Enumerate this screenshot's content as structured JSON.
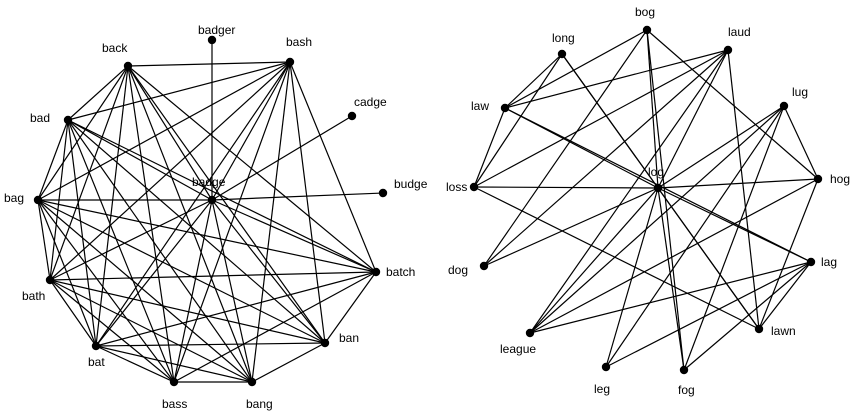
{
  "graphs": [
    {
      "name": "left-network",
      "nodes": [
        {
          "id": "back",
          "label": "back"
        },
        {
          "id": "badger",
          "label": "badger"
        },
        {
          "id": "bash",
          "label": "bash"
        },
        {
          "id": "cadge",
          "label": "cadge"
        },
        {
          "id": "bad",
          "label": "bad"
        },
        {
          "id": "badge",
          "label": "badge"
        },
        {
          "id": "budge",
          "label": "budge"
        },
        {
          "id": "bag",
          "label": "bag"
        },
        {
          "id": "batch",
          "label": "batch"
        },
        {
          "id": "bath",
          "label": "bath"
        },
        {
          "id": "ban",
          "label": "ban"
        },
        {
          "id": "bat",
          "label": "bat"
        },
        {
          "id": "bass",
          "label": "bass"
        },
        {
          "id": "bang",
          "label": "bang"
        }
      ],
      "edges": [
        [
          "back",
          "bash"
        ],
        [
          "back",
          "bad"
        ],
        [
          "back",
          "bag"
        ],
        [
          "back",
          "bath"
        ],
        [
          "back",
          "bat"
        ],
        [
          "back",
          "bass"
        ],
        [
          "back",
          "bang"
        ],
        [
          "back",
          "badge"
        ],
        [
          "back",
          "batch"
        ],
        [
          "back",
          "ban"
        ],
        [
          "bash",
          "bad"
        ],
        [
          "bash",
          "bag"
        ],
        [
          "bash",
          "bath"
        ],
        [
          "bash",
          "bat"
        ],
        [
          "bash",
          "bass"
        ],
        [
          "bash",
          "bang"
        ],
        [
          "bash",
          "badge"
        ],
        [
          "bash",
          "batch"
        ],
        [
          "bash",
          "ban"
        ],
        [
          "badger",
          "badge"
        ],
        [
          "cadge",
          "badge"
        ],
        [
          "budge",
          "badge"
        ],
        [
          "bad",
          "bag"
        ],
        [
          "bad",
          "bath"
        ],
        [
          "bad",
          "bat"
        ],
        [
          "bad",
          "bass"
        ],
        [
          "bad",
          "bang"
        ],
        [
          "bad",
          "badge"
        ],
        [
          "bad",
          "batch"
        ],
        [
          "bad",
          "ban"
        ],
        [
          "bag",
          "bath"
        ],
        [
          "bag",
          "bat"
        ],
        [
          "bag",
          "bass"
        ],
        [
          "bag",
          "bang"
        ],
        [
          "bag",
          "badge"
        ],
        [
          "bag",
          "batch"
        ],
        [
          "bag",
          "ban"
        ],
        [
          "bath",
          "bat"
        ],
        [
          "bath",
          "bass"
        ],
        [
          "bath",
          "bang"
        ],
        [
          "bath",
          "badge"
        ],
        [
          "bath",
          "batch"
        ],
        [
          "bath",
          "ban"
        ],
        [
          "bat",
          "bass"
        ],
        [
          "bat",
          "bang"
        ],
        [
          "bat",
          "badge"
        ],
        [
          "bat",
          "ban"
        ],
        [
          "bat",
          "batch"
        ],
        [
          "bass",
          "bang"
        ],
        [
          "bass",
          "badge"
        ],
        [
          "bass",
          "batch"
        ],
        [
          "bang",
          "badge"
        ],
        [
          "bang",
          "ban"
        ],
        [
          "badge",
          "batch"
        ],
        [
          "badge",
          "ban"
        ],
        [
          "batch",
          "ban"
        ]
      ]
    },
    {
      "name": "right-network",
      "nodes": [
        {
          "id": "bog",
          "label": "bog"
        },
        {
          "id": "long",
          "label": "long"
        },
        {
          "id": "laud",
          "label": "laud"
        },
        {
          "id": "law",
          "label": "law"
        },
        {
          "id": "lug",
          "label": "lug"
        },
        {
          "id": "log",
          "label": "log"
        },
        {
          "id": "loss",
          "label": "loss"
        },
        {
          "id": "hog",
          "label": "hog"
        },
        {
          "id": "dog",
          "label": "dog"
        },
        {
          "id": "lag",
          "label": "lag"
        },
        {
          "id": "league",
          "label": "league"
        },
        {
          "id": "lawn",
          "label": "lawn"
        },
        {
          "id": "leg",
          "label": "leg"
        },
        {
          "id": "fog",
          "label": "fog"
        }
      ],
      "edges": [
        [
          "bog",
          "log"
        ],
        [
          "bog",
          "fog"
        ],
        [
          "bog",
          "law"
        ],
        [
          "bog",
          "hog"
        ],
        [
          "bog",
          "dog"
        ],
        [
          "long",
          "loss"
        ],
        [
          "long",
          "law"
        ],
        [
          "long",
          "log"
        ],
        [
          "long",
          "lawn"
        ],
        [
          "laud",
          "law"
        ],
        [
          "laud",
          "loss"
        ],
        [
          "laud",
          "log"
        ],
        [
          "laud",
          "lawn"
        ],
        [
          "laud",
          "league"
        ],
        [
          "law",
          "loss"
        ],
        [
          "law",
          "log"
        ],
        [
          "law",
          "lag"
        ],
        [
          "lug",
          "log"
        ],
        [
          "lug",
          "hog"
        ],
        [
          "lug",
          "leg"
        ],
        [
          "lug",
          "fog"
        ],
        [
          "log",
          "loss"
        ],
        [
          "log",
          "hog"
        ],
        [
          "log",
          "dog"
        ],
        [
          "log",
          "lag"
        ],
        [
          "log",
          "league"
        ],
        [
          "log",
          "lawn"
        ],
        [
          "log",
          "leg"
        ],
        [
          "log",
          "fog"
        ],
        [
          "hog",
          "lawn"
        ],
        [
          "hog",
          "league"
        ],
        [
          "lag",
          "lawn"
        ],
        [
          "lag",
          "league"
        ],
        [
          "lag",
          "leg"
        ],
        [
          "lag",
          "fog"
        ],
        [
          "loss",
          "lawn"
        ],
        [
          "dog",
          "laud"
        ],
        [
          "league",
          "lug"
        ]
      ]
    }
  ]
}
